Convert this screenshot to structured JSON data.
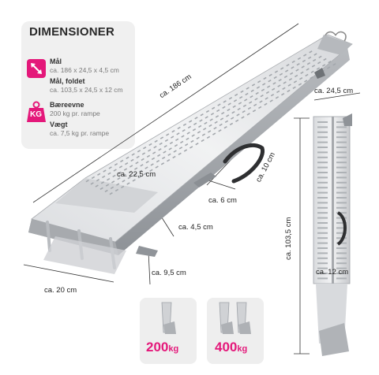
{
  "panel": {
    "title": "DIMENSIONER",
    "specs": [
      {
        "icon": "dimensions-icon",
        "label": "Mål",
        "value": "ca. 186 x 24,5 x 4,5 cm"
      },
      {
        "label": "Mål, foldet",
        "value": "ca. 103,5 x 24,5 x 12 cm"
      },
      {
        "icon": "weight-icon",
        "icon_text": "KG",
        "label": "Bæreevne",
        "value": "200 kg pr. rampe"
      },
      {
        "label": "Vægt",
        "value": "ca. 7,5 kg pr. rampe"
      }
    ]
  },
  "dimensions": {
    "length": "ca. 186 cm",
    "width_top": "ca. 24,5 cm",
    "width_inner": "ca. 22,5 cm",
    "depth": "ca. 10 cm",
    "bracket": "ca. 6 cm",
    "thickness": "ca. 4,5 cm",
    "foot": "ca. 9,5 cm",
    "width_bottom": "ca. 20 cm",
    "folded_height": "ca. 103,5 cm",
    "folded_width": "ca. 12 cm"
  },
  "capacity": [
    {
      "number": "200",
      "unit": "kg"
    },
    {
      "number": "400",
      "unit": "kg"
    }
  ],
  "colors": {
    "accent": "#e4187a",
    "metal_light": "#e9eaec",
    "metal_dark": "#9ea2a8"
  }
}
